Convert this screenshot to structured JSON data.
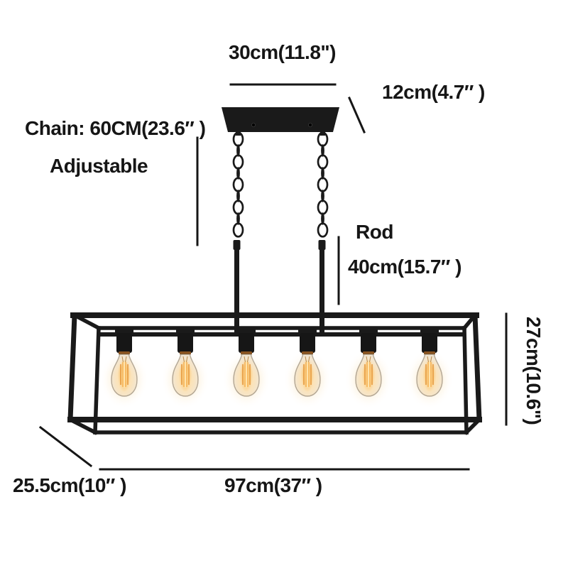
{
  "labels": {
    "canopy_width": "30cm(11.8\")",
    "canopy_depth": "12cm(4.7″ )",
    "chain_length": "Chain: 60CM(23.6″ )",
    "chain_note": "Adjustable",
    "rod_label": "Rod",
    "rod_length": "40cm(15.7″ )",
    "frame_height": "27cm(10.6\")",
    "frame_depth": "25.5cm(10″ )",
    "frame_length": "97cm(37″ )"
  },
  "lamp": {
    "bulb_count": 6,
    "colors": {
      "metal": "#1a1a1a",
      "annotation": "#161616",
      "background": "#ffffff",
      "glass_edge": "#f0e2cc",
      "glow_core": "#ffd98c",
      "filament": "#e08b28",
      "copper": "#8a5420"
    }
  }
}
